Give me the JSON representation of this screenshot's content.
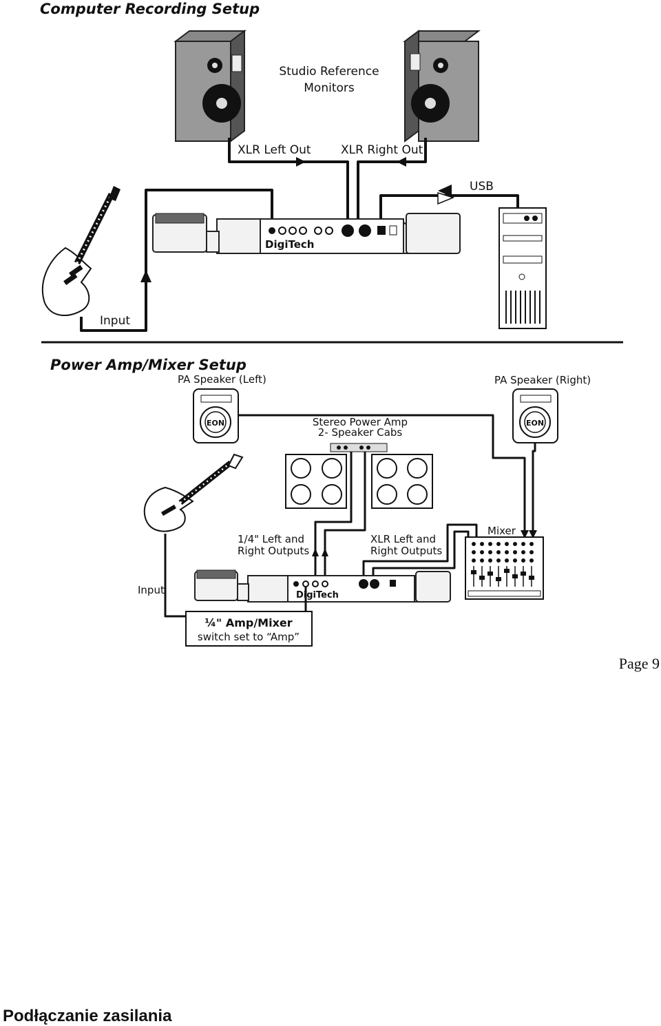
{
  "section_computer": {
    "title": "Computer Recording Setup",
    "monitors_label_line1": "Studio Reference",
    "monitors_label_line2": "Monitors",
    "xlr_left_out": "XLR Left Out",
    "xlr_right_out": "XLR Right Out",
    "usb": "USB",
    "input": "Input"
  },
  "section_power": {
    "title": "Power Amp/Mixer Setup",
    "pa_left": "PA Speaker (Left)",
    "pa_right": "PA Speaker (Right)",
    "amp_line1": "Stereo Power Amp",
    "amp_line2": "2- Speaker Cabs",
    "quarter_line1": "1/4\" Left and",
    "quarter_line2": "Right Outputs",
    "xlr_line1": "XLR Left and",
    "xlr_line2": "Right Outputs",
    "mixer": "Mixer",
    "input": "Input",
    "switch_line1": "¼\" Amp/Mixer",
    "switch_line2": "switch set to “Amp”",
    "brand": "DigiTech",
    "speaker_brand": "EON"
  },
  "page_number": "Page 9",
  "footer_heading": "Podłączanie zasilania"
}
